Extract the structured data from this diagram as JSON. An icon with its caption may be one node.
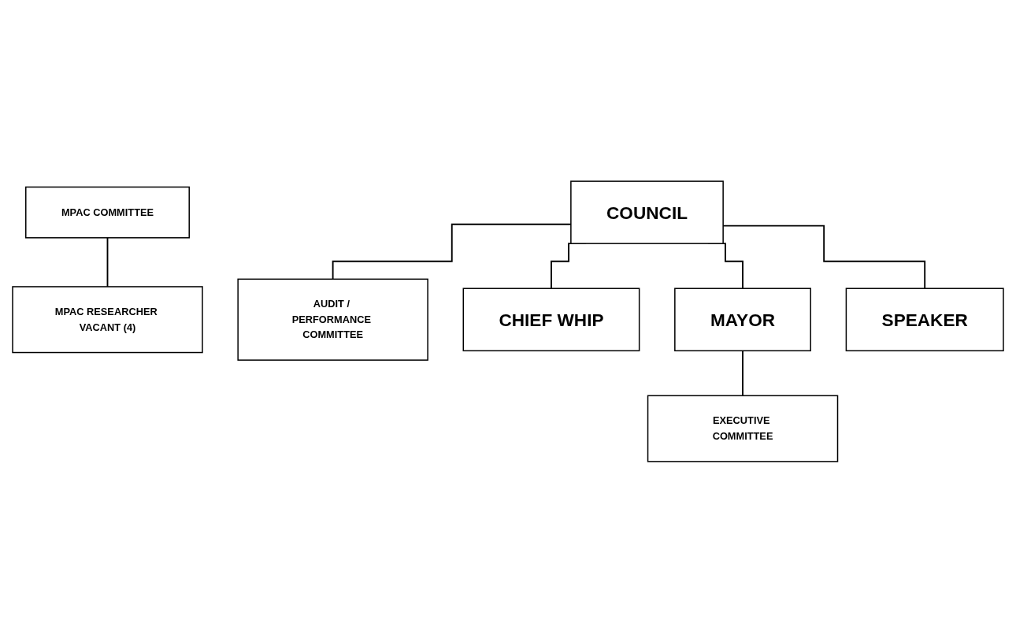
{
  "diagram": {
    "nodes": [
      {
        "text": [
          "COUNCIL"
        ]
      },
      {
        "text": [
          "AUDIT / PERFORMANCE COMMITTEE"
        ]
      },
      {
        "text": [
          "MPAC COMMITTEE"
        ]
      },
      {
        "text": [
          "MPAC RESEARCHER VACANT (4)"
        ]
      },
      {
        "text": [
          "CHIEF WHIP"
        ]
      },
      {
        "text": [
          "MAYOR"
        ]
      },
      {
        "text": [
          "SPEAKER"
        ]
      },
      {
        "text": [
          "EXECUTIVE COMMITTEE"
        ]
      }
    ],
    "edges": [
      {
        "from": 0,
        "to": 1,
        "arrow": "none"
      },
      {
        "from": 2,
        "to": 3,
        "arrow": "none"
      },
      {
        "from": 0,
        "to": 4,
        "arrow": "none"
      },
      {
        "from": 0,
        "to": 5,
        "arrow": "none"
      },
      {
        "from": 0,
        "to": 6,
        "arrow": "none"
      },
      {
        "from": 5,
        "to": 7,
        "arrow": "none"
      }
    ]
  }
}
